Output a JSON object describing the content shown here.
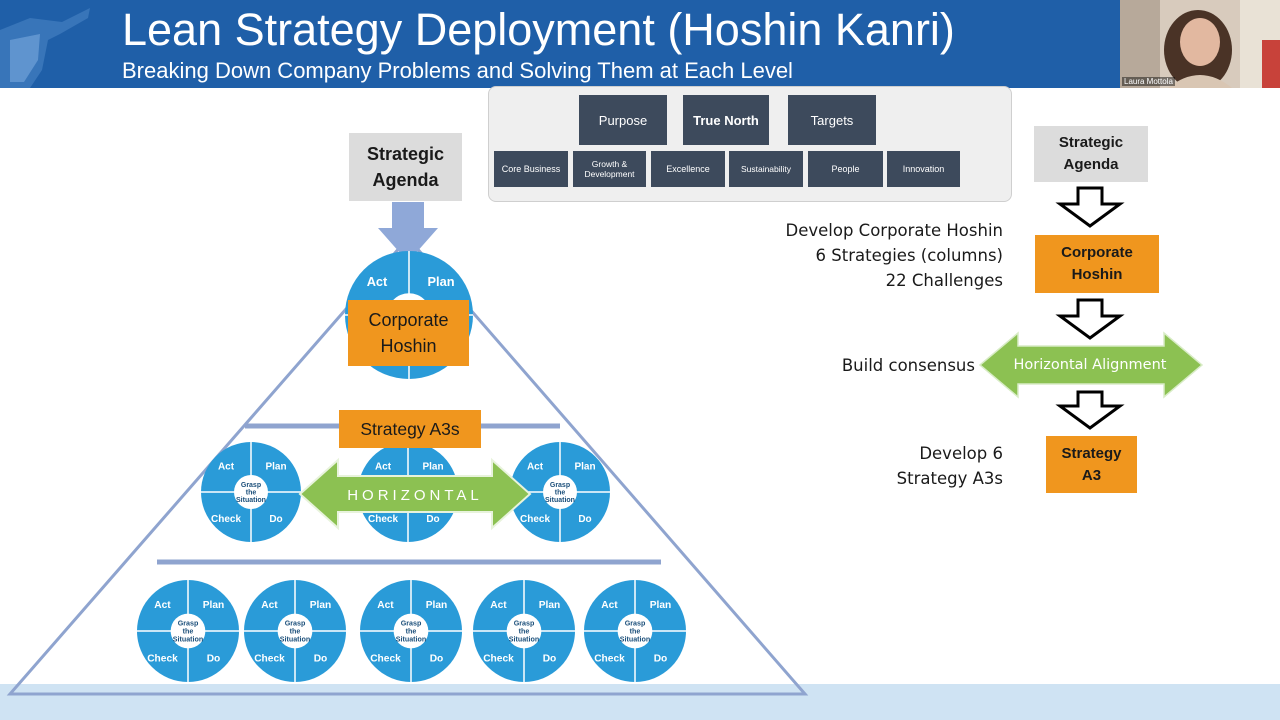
{
  "header": {
    "title": "Lean Strategy Deployment (Hoshin Kanri)",
    "subtitle": "Breaking Down Company Problems and Solving Them at Each Level"
  },
  "video": {
    "participant_name": "Laura Mottola"
  },
  "top_panel": {
    "row1": [
      "Purpose",
      "True North",
      "Targets"
    ],
    "row2": [
      "Core Business",
      "Growth & Development",
      "Excellence",
      "Sustainability",
      "People",
      "Innovation"
    ]
  },
  "pyramid": {
    "strategic_agenda": "Strategic Agenda",
    "corporate_hoshin": "Corporate Hoshin",
    "strategy_a3s": "Strategy A3s",
    "horizontal_label": "HORIZONTAL",
    "pdca": {
      "act": "Act",
      "plan": "Plan",
      "check": "Check",
      "do": "Do",
      "center": [
        "Grasp",
        "the",
        "Situation"
      ]
    }
  },
  "flow": {
    "strategic_agenda": "Strategic Agenda",
    "corporate_hoshin": "Corporate Hoshin",
    "horizontal_alignment": "Horizontal Alignment",
    "strategy_a3": "Strategy A3",
    "develop_corporate_hoshin": [
      "Develop Corporate Hoshin",
      "6 Strategies (columns)",
      "22 Challenges"
    ],
    "build_consensus": "Build consensus",
    "develop_a3s": [
      "Develop 6",
      "Strategy A3s"
    ]
  },
  "colors": {
    "header": "#1f5fa8",
    "orange": "#f0961e",
    "dark_box": "#3d4a5c",
    "pdca_blue": "#2a9bd8",
    "green_arrow": "#8cc152",
    "pyramid_line": "#8fa4cf"
  }
}
